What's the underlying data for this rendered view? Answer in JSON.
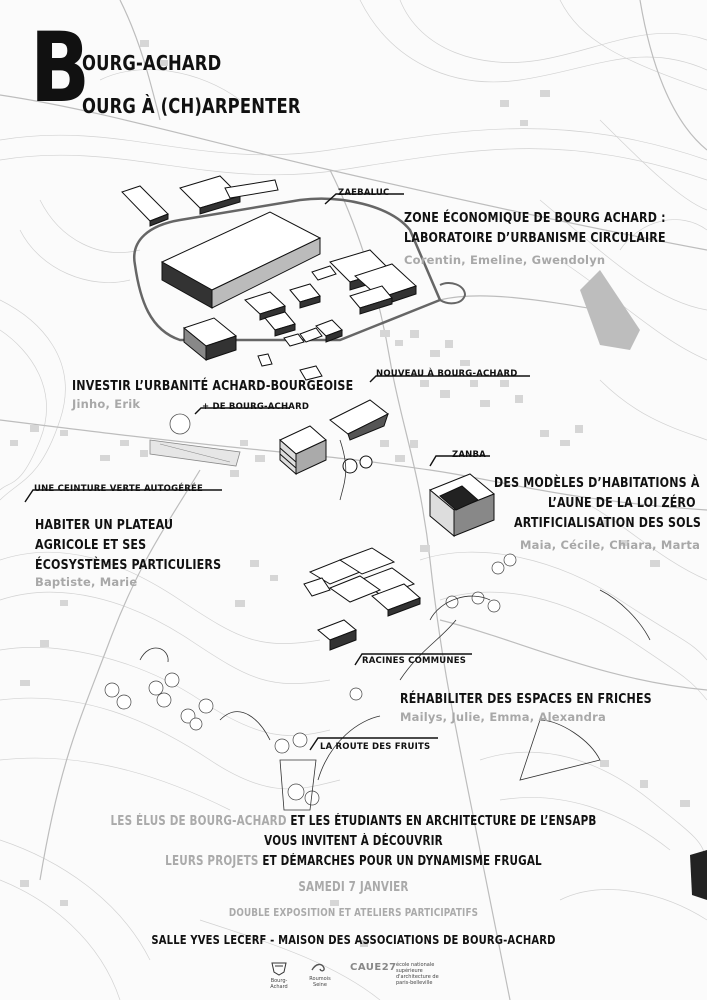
{
  "header": {
    "big_letter": "B",
    "line1": "OURG-ACHARD",
    "line2": "OURG À (CH)ARPENTER"
  },
  "projects": [
    {
      "group": "ZAEBALUC",
      "title_lines": [
        "ZONE ÉCONOMIQUE DE BOURG ACHARD :",
        "LABORATOIRE D’URBANISME CIRCULAIRE"
      ],
      "students": "Corentin, Emeline, Gwendolyn"
    },
    {
      "group": "NOUVEAU À BOURG-ACHARD",
      "title_lines": [],
      "students": ""
    },
    {
      "group": "+ DE BOURG-ACHARD",
      "title_lines": [
        "INVESTIR L’URBANITÉ ACHARD-BOURGEOISE"
      ],
      "students": "Jinho, Erik"
    },
    {
      "group": "ZANBA",
      "title_lines": [
        "DES MODÈLES D’HABITATIONS À",
        "L’AUNE DE LA LOI ZÉRO",
        "ARTIFICIALISATION DES SOLS"
      ],
      "students": "Maia, Cécile, Chiara, Marta"
    },
    {
      "group": "UNE CEINTURE VERTE AUTOGÉRÉE",
      "title_lines": [
        "HABITER UN PLATEAU",
        "AGRICOLE ET SES",
        "ÉCOSYSTÈMES PARTICULIERS"
      ],
      "students": "Baptiste, Marie"
    },
    {
      "group": "RACINES COMMUNES",
      "title_lines": [
        "RÉHABILITER DES ESPACES EN FRICHES"
      ],
      "students": "Mailys, Julie, Emma, Alexandra"
    },
    {
      "group": "LA ROUTE DES FRUITS",
      "title_lines": [],
      "students": ""
    }
  ],
  "invitation": {
    "line1_grey": "LES ÉLUS DE BOURG-ACHARD",
    "line1_black": "ET LES ÉTUDIANTS EN ARCHITECTURE DE L’ENSAPB",
    "line2": "VOUS INVITENT À DÉCOUVRIR",
    "line3_grey": "LEURS PROJETS",
    "line3_black": "ET DÉMARCHES POUR UN DYNAMISME FRUGAL",
    "date": "SAMEDI 7 JANVIER",
    "event": "DOUBLE EXPOSITION ET ATELIERS PARTICIPATIFS",
    "venue": "SALLE YVES LECERF - MAISON DES ASSOCIATIONS DE BOURG-ACHARD"
  },
  "logos": [
    {
      "icon": "town-crest-icon",
      "text": "Bourg-Achard"
    },
    {
      "icon": "swirl-icon",
      "text": "Roumois Seine"
    },
    {
      "icon": "caue-icon",
      "text": "CAUE27"
    },
    {
      "icon": "ensapb-icon",
      "text": "école nationale supérieure d'architecture de paris-belleville"
    }
  ]
}
